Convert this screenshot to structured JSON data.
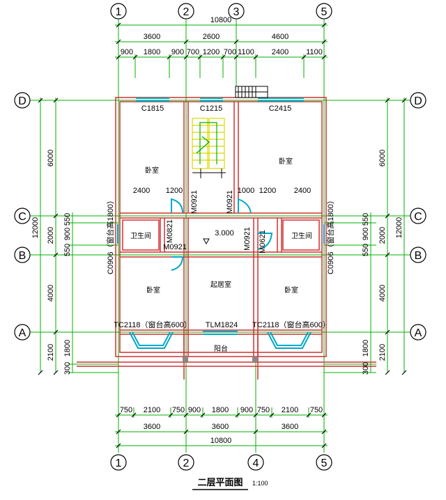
{
  "axes": {
    "top": [
      "1",
      "2",
      "3",
      "5"
    ],
    "bottom": [
      "1",
      "2",
      "4",
      "5"
    ],
    "left": [
      "D",
      "C",
      "B",
      "A"
    ],
    "right": [
      "D",
      "C",
      "B",
      "A"
    ]
  },
  "dims_top": {
    "total": "10800",
    "row1": [
      "3600",
      "2600",
      "4600"
    ],
    "row2": [
      "900",
      "1800",
      "900",
      "700",
      "1200",
      "700",
      "1100",
      "2400",
      "1100"
    ]
  },
  "dims_bottom": {
    "row1": [
      "750",
      "2100",
      "750",
      "900",
      "1800",
      "900",
      "750",
      "2100",
      "750"
    ],
    "row2": [
      "3600",
      "3600",
      "3600"
    ],
    "total": "10800"
  },
  "dims_left": {
    "total": "12000",
    "main": [
      "6000",
      "2000",
      "4000",
      "2100"
    ],
    "detail": [
      "550",
      "900",
      "550",
      "1800",
      "300"
    ]
  },
  "dims_right": {
    "total": "12000",
    "main": [
      "6000",
      "2000",
      "4000",
      "2100"
    ],
    "detail": [
      "550",
      "900",
      "550",
      "1800",
      "300"
    ]
  },
  "inner_dims": {
    "left": [
      "2400",
      "1200"
    ],
    "right": [
      "1000",
      "1200",
      "2400"
    ]
  },
  "labels": {
    "windows_top": [
      "C1815",
      "C1215",
      "C2415"
    ],
    "doors_mid": [
      "M0921",
      "M0921",
      "M0821",
      "M0921",
      "M0921",
      "M0621"
    ],
    "side_windows": [
      "C0906（窗台高1800）",
      "C0906（窗台高1800）"
    ],
    "level": "3.000",
    "bottom_windows": [
      "TC2118（窗台高600）",
      "TLM1824",
      "TC2118（窗台高600）"
    ],
    "rooms": [
      "卧室",
      "卧室",
      "卫生间",
      "卫生间",
      "卧室",
      "起居室",
      "卧室",
      "阳台"
    ]
  },
  "title": "二层平面图",
  "scale": "1:100",
  "colors": {
    "axis_line": "#00b000",
    "wall": "#d03030",
    "window": "#00a8c8",
    "stair": "#e8e800"
  }
}
